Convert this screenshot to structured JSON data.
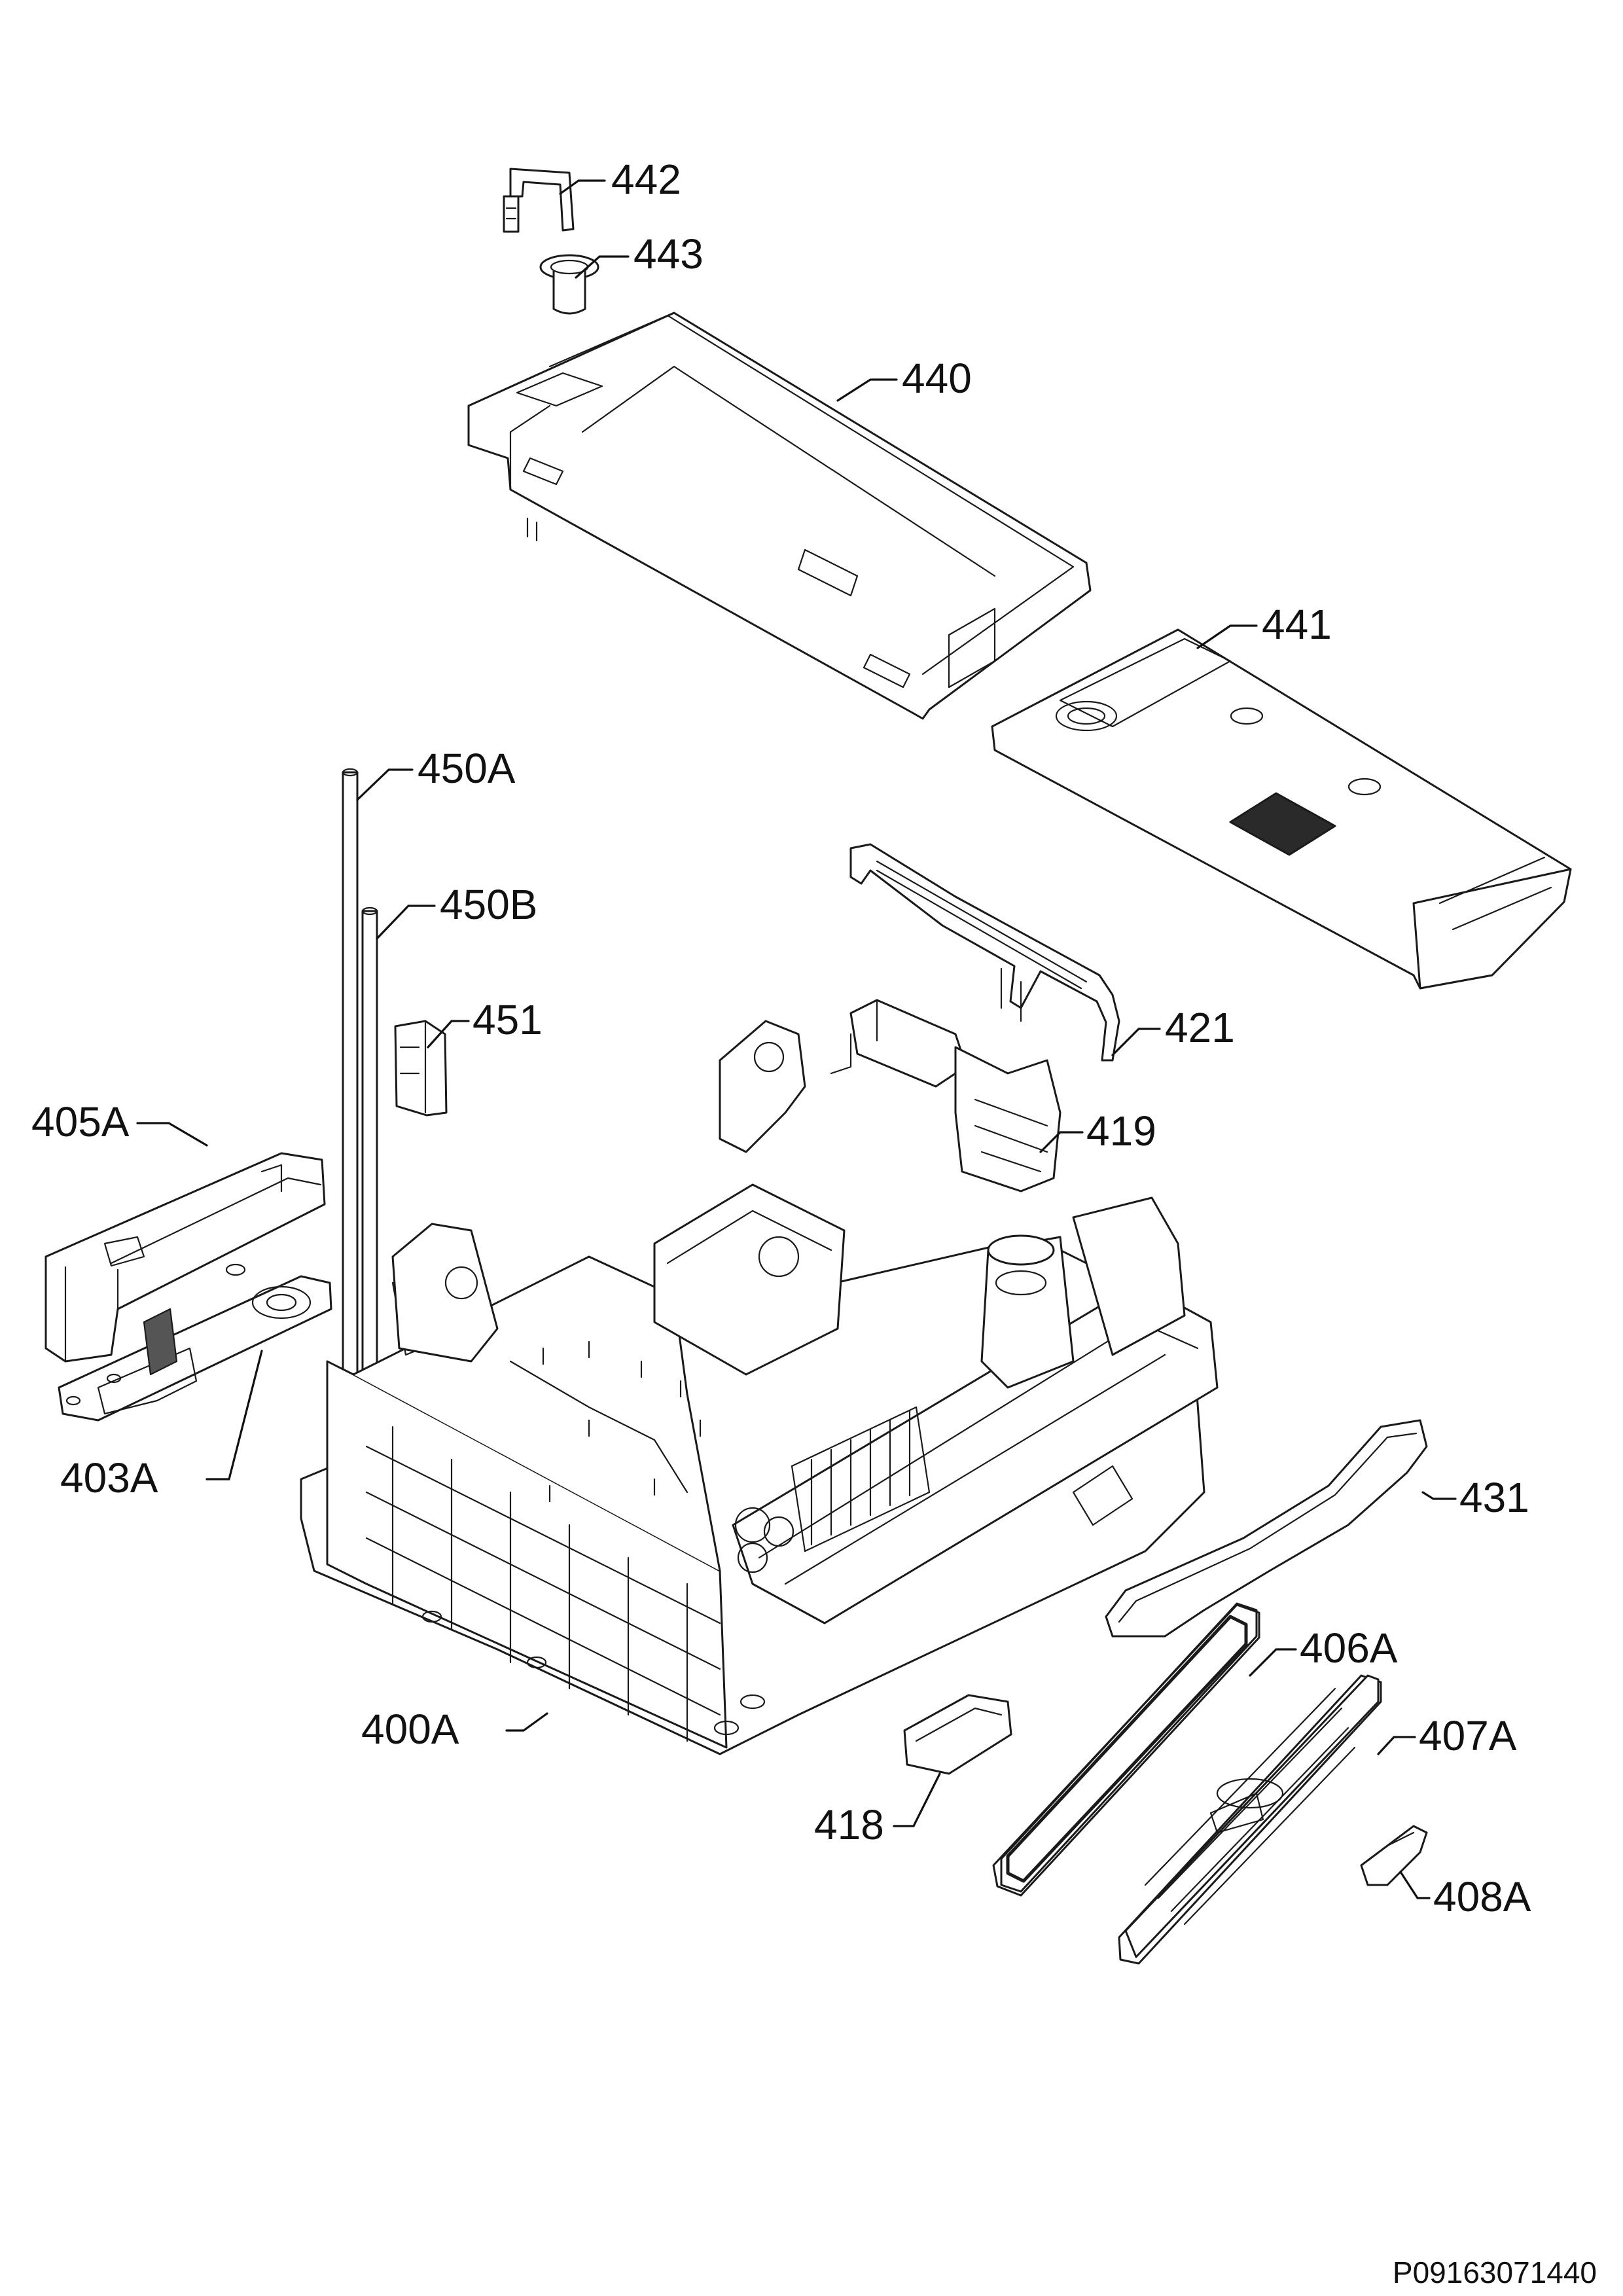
{
  "diagram_code": "P09163071440",
  "callouts": [
    {
      "id": "442",
      "label": "442"
    },
    {
      "id": "443",
      "label": "443"
    },
    {
      "id": "440",
      "label": "440"
    },
    {
      "id": "441",
      "label": "441"
    },
    {
      "id": "450A",
      "label": "450A"
    },
    {
      "id": "450B",
      "label": "450B"
    },
    {
      "id": "451",
      "label": "451"
    },
    {
      "id": "421",
      "label": "421"
    },
    {
      "id": "419",
      "label": "419"
    },
    {
      "id": "405A",
      "label": "405A"
    },
    {
      "id": "403A",
      "label": "403A"
    },
    {
      "id": "431",
      "label": "431"
    },
    {
      "id": "406A",
      "label": "406A"
    },
    {
      "id": "407A",
      "label": "407A"
    },
    {
      "id": "400A",
      "label": "400A"
    },
    {
      "id": "418",
      "label": "418"
    },
    {
      "id": "408A",
      "label": "408A"
    }
  ]
}
